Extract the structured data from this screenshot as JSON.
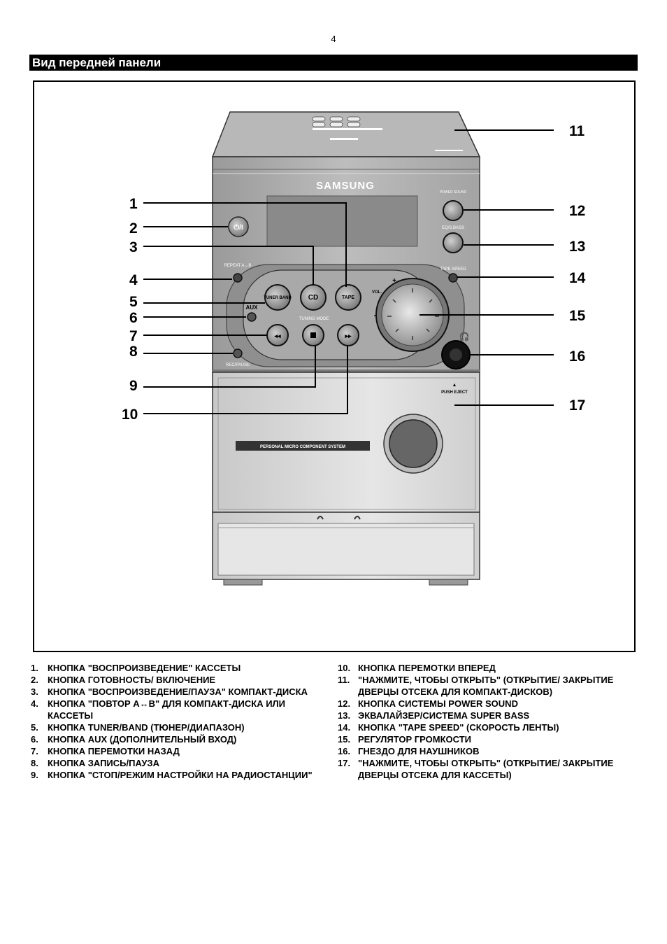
{
  "page_number": "4",
  "section_title": "Вид передней панели",
  "figure": {
    "brand": "SAMSUNG",
    "panel_labels": {
      "power_sound": "POWER SOUND",
      "eq_s_bass": "EQ/S.BASS",
      "tape_speed": "TAPE SPEED",
      "repeat": "REPEAT A↔B",
      "aux": "AUX",
      "tuner_band": "TUNER BAND",
      "cd": "CD",
      "tape": "TAPE",
      "tuning_mode": "TUNING MODE",
      "vol": "VOL.",
      "rec_pause": "REC/PAUSE",
      "push_eject": "PUSH EJECT",
      "component_system": "PERSONAL MICRO COMPONENT SYSTEM",
      "standby": "⏻/I"
    },
    "callouts": [
      "1",
      "2",
      "3",
      "4",
      "5",
      "6",
      "7",
      "8",
      "9",
      "10",
      "11",
      "12",
      "13",
      "14",
      "15",
      "16",
      "17"
    ]
  },
  "legend_left": [
    {
      "num": "1.",
      "text": "КНОПКА \"ВОСПРОИЗВЕДЕНИЕ\" КАССЕТЫ"
    },
    {
      "num": "2.",
      "text": "КНОПКА ГОТОВНОСТЬ/ ВКЛЮЧЕНИЕ"
    },
    {
      "num": "3.",
      "text": "КНОПКА \"ВОСПРОИЗВЕДЕНИЕ/ПАУЗА\" КОМПАКТ-ДИСКА"
    },
    {
      "num": "4.",
      "text": "КНОПКА \"ПОВТОР A↔B\" ДЛЯ КОМПАКТ-ДИСКА ИЛИ КАССЕТЫ"
    },
    {
      "num": "5.",
      "text": "КНОПКА TUNER/BAND (ТЮНЕР/ДИАПАЗОН)"
    },
    {
      "num": "6.",
      "text": "КНОПКА AUX (ДОПОЛНИТЕЛЬНЫЙ ВХОД)"
    },
    {
      "num": "7.",
      "text": "КНОПКА ПЕРЕМОТКИ НАЗАД"
    },
    {
      "num": "8.",
      "text": "КНОПКА ЗАПИСЬ/ПАУЗА"
    },
    {
      "num": "9.",
      "text": "КНОПКА \"СТОП/РЕЖИМ НАСТРОЙКИ НА РАДИОСТАНЦИИ\""
    }
  ],
  "legend_right": [
    {
      "num": "10.",
      "text": "КНОПКА ПЕРЕМОТКИ ВПЕРЕД"
    },
    {
      "num": "11.",
      "text": "\"НАЖМИТЕ, ЧТОБЫ ОТКРЫТЬ\" (ОТКРЫТИЕ/ ЗАКРЫТИЕ ДВЕРЦЫ ОТСЕКА ДЛЯ КОМПАКТ-ДИСКОВ)"
    },
    {
      "num": "12.",
      "text": "КНОПКА СИСТЕМЫ POWER SOUND"
    },
    {
      "num": "13.",
      "text": "ЭКВАЛАЙЗЕР/СИСТЕМА SUPER BASS"
    },
    {
      "num": "14.",
      "text": "КНОПКА \"TAPE SPEED\" (СКОРОСТЬ ЛЕНТЫ)"
    },
    {
      "num": "15.",
      "text": "РЕГУЛЯТОР ГРОМКОСТИ"
    },
    {
      "num": "16.",
      "text": "ГНЕЗДО ДЛЯ НАУШНИКОВ"
    },
    {
      "num": "17.",
      "text": "\"НАЖМИТЕ, ЧТОБЫ ОТКРЫТЬ\" (ОТКРЫТИЕ/ ЗАКРЫТИЕ ДВЕРЦЫ ОТСЕКА ДЛЯ КАССЕТЫ)"
    }
  ]
}
